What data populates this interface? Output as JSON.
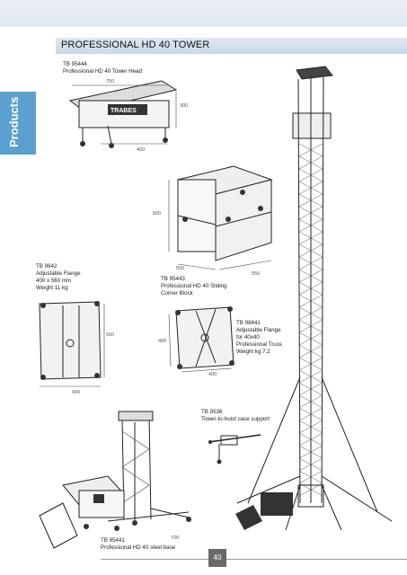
{
  "side_tab": {
    "label": "Products",
    "color": "#5ba0d0"
  },
  "title": "PROFESSIONAL HD 40 TOWER",
  "items": {
    "tower_head": {
      "code": "TB 95444",
      "name": "Professional HD 40 Tower Head",
      "dims": [
        "750",
        "300",
        "400"
      ],
      "brand": "TRABES"
    },
    "sliding_block": {
      "code": "TB 95443",
      "name": "Professional HD 40 Sliding",
      "name2": "Corner Block",
      "dims": [
        "600",
        "550",
        "550"
      ]
    },
    "flange_large": {
      "code": "TB 9642",
      "line2": "Adjustable Flange",
      "line3": "400 x 560 mm",
      "line4": "Weight 11 kg",
      "dims": [
        "560",
        "400"
      ]
    },
    "flange_small": {
      "code": "TB 98441",
      "line2": "Adjustable Flange",
      "line3": "for 40x40",
      "line4": "Professional Truss",
      "line5": "Weight kg 7,2",
      "dims": [
        "400",
        "400"
      ]
    },
    "case_support": {
      "code": "TB 9536",
      "name": "Tower-to-hoist case support"
    },
    "steel_base": {
      "code": "TB 95441",
      "name": "Professional HD 40 steel base",
      "dim": "700"
    }
  },
  "page_number": "40"
}
